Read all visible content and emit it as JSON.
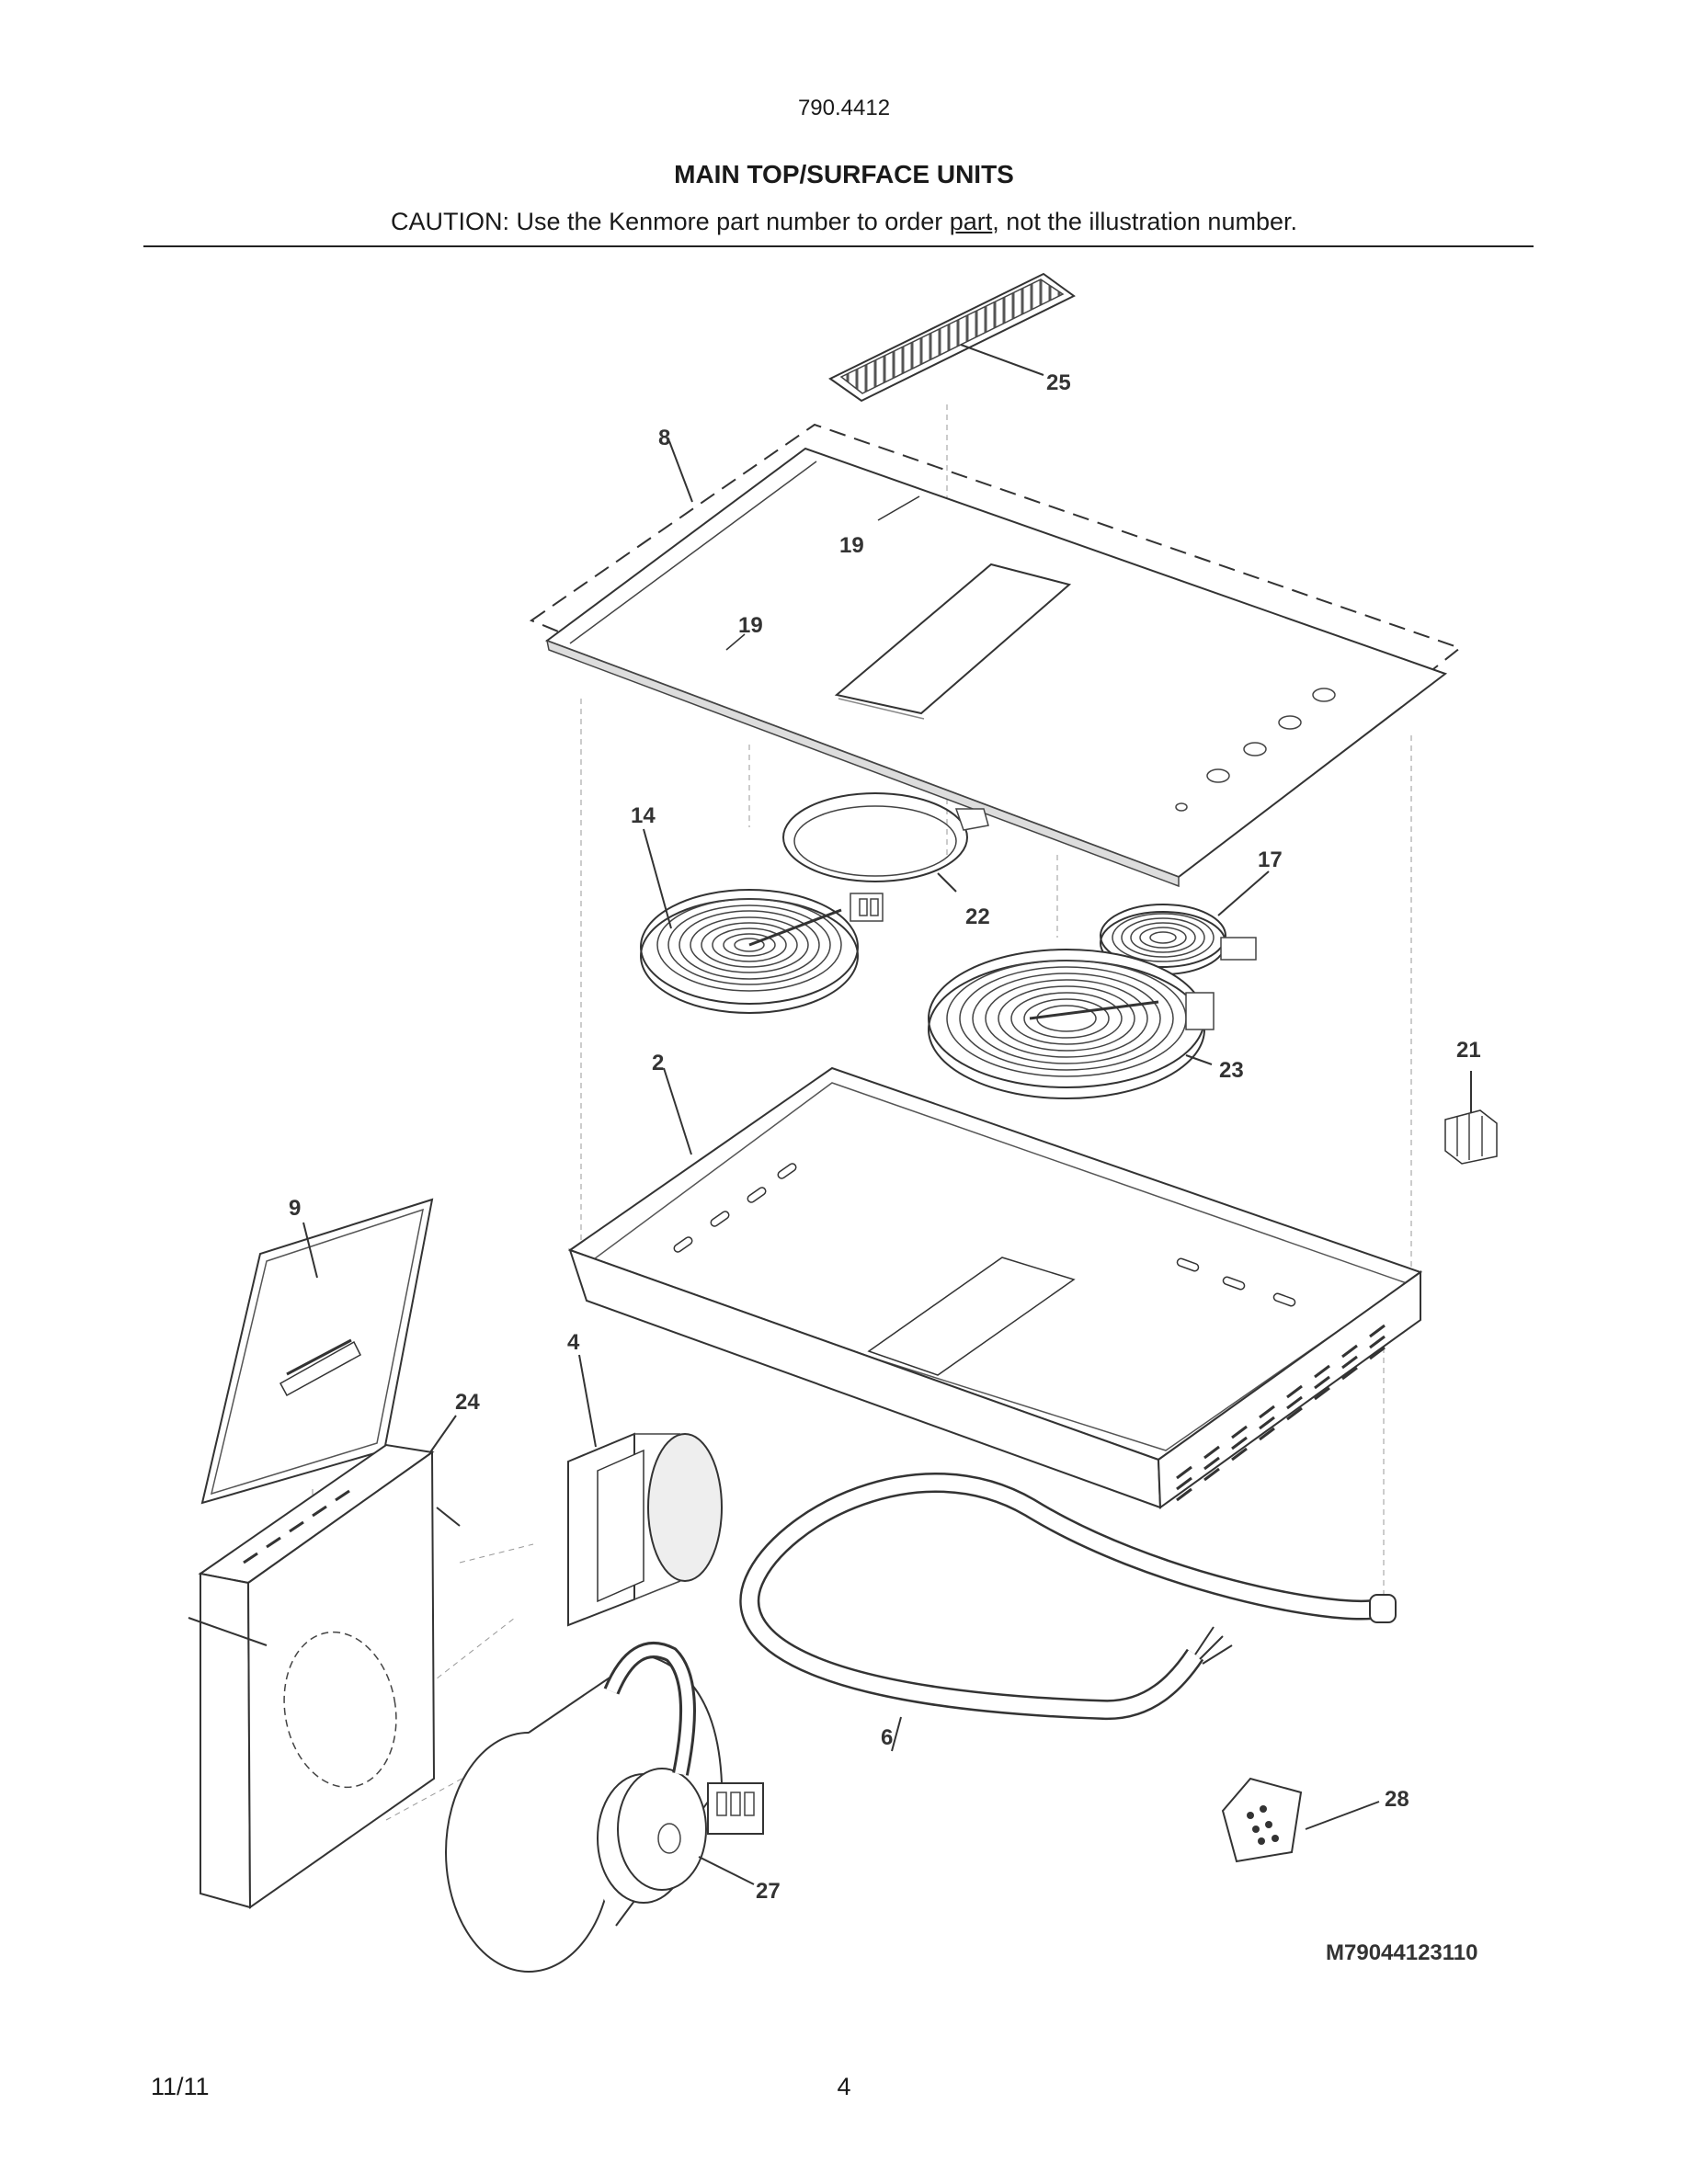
{
  "header": {
    "model_number": "790.4412",
    "title": "MAIN TOP/SURFACE UNITS",
    "caution_before": "CAUTION: Use the Kenmore part number to order ",
    "caution_underlined": "part",
    "caution_after": ", not the illustration number."
  },
  "callouts": {
    "c25": "25",
    "c8": "8",
    "c19a": "19",
    "c19b": "19",
    "c14": "14",
    "c22": "22",
    "c17": "17",
    "c23": "23",
    "c2": "2",
    "c21": "21",
    "c9": "9",
    "c4": "4",
    "c24": "24",
    "c6": "6",
    "c28": "28",
    "c27": "27"
  },
  "drawing_number": "M79044123110",
  "footer": {
    "date": "11/11",
    "page_number": "4"
  }
}
